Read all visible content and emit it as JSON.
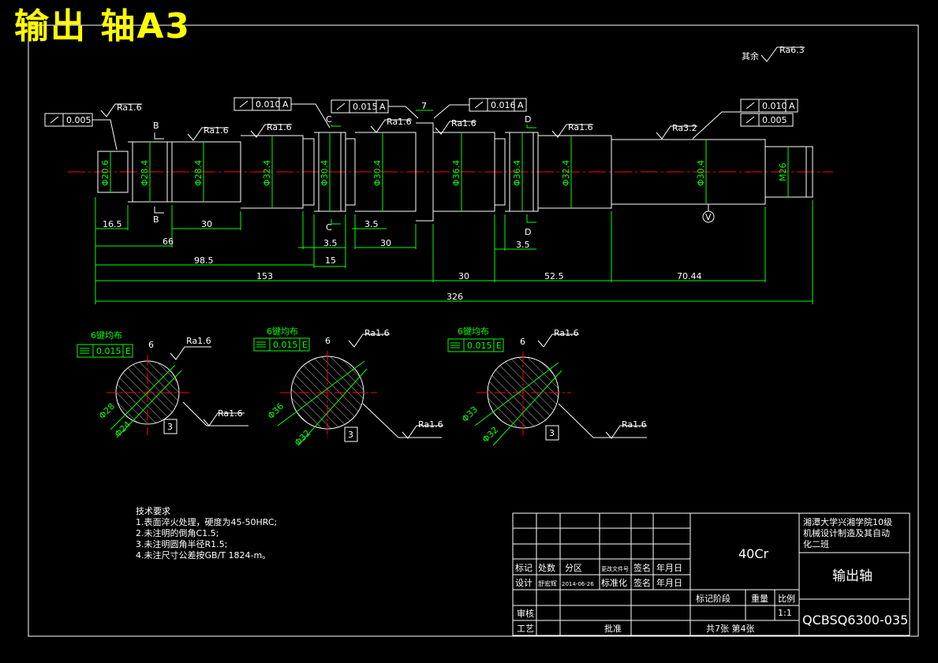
{
  "headline": "输出 轴A3",
  "roughness_general": {
    "label": "其余",
    "value": "Ra6.3"
  },
  "tolerance_frames": [
    {
      "id": "f1",
      "value": "0.005"
    },
    {
      "id": "f2",
      "value": "0.010",
      "datum": "A"
    },
    {
      "id": "f3",
      "value": "0.015",
      "datum": "A"
    },
    {
      "id": "f4",
      "value": "0.016",
      "datum": "A"
    },
    {
      "id": "f5",
      "value": "0.010",
      "datum": "A"
    },
    {
      "id": "f6",
      "value": "0.005"
    }
  ],
  "roughness_main": [
    "Ra1.6",
    "Ra1.6",
    "Ra1.6",
    "Ra1.6",
    "Ra1.6",
    "Ra1.6",
    "Ra3.2"
  ],
  "section_marks": [
    "B",
    "B",
    "C",
    "C",
    "D",
    "D"
  ],
  "feature_7": "7",
  "datum_v": "V",
  "diameters": [
    "Φ20.6",
    "Φ28.4",
    "Φ28.4",
    "Φ32.4",
    "Φ30.4",
    "Φ30.4",
    "Φ36.4",
    "Φ36.4",
    "Φ32.4",
    "Φ30.4",
    "M26"
  ],
  "dimensions": [
    "16.5",
    "30",
    "66",
    "98.5",
    "153",
    "326",
    "3.5",
    "15",
    "3.5",
    "30",
    "30",
    "52.5",
    "70.44",
    "3.5"
  ],
  "spline_sections": [
    {
      "title": "6键均布",
      "frame_value": "0.015",
      "frame_datum": "E",
      "width": "6",
      "ra_top": "Ra1.6",
      "ra_side": "Ra1.6",
      "d1": "Φ28",
      "d2": "Φ24",
      "key": "3"
    },
    {
      "title": "6键均布",
      "frame_value": "0.015",
      "frame_datum": "E",
      "width": "6",
      "ra_top": "Ra1.6",
      "ra_side": "Ra1.6",
      "d1": "Φ36",
      "d2": "Φ32",
      "key": "3"
    },
    {
      "title": "6键均布",
      "frame_value": "0.015",
      "frame_datum": "E",
      "width": "6",
      "ra_top": "Ra1.6",
      "ra_side": "Ra1.6",
      "d1": "Φ33",
      "d2": "Φ32",
      "key": "3"
    }
  ],
  "notes": {
    "title": "技术要求",
    "lines": [
      "1.表面淬火处理，硬度为45-50HRC;",
      "2.未注明的倒角C1.5;",
      "3.未注明圆角半径R1.5;",
      "4.未注尺寸公差按GB/T 1824-m。"
    ]
  },
  "title_block": {
    "header_cells": [
      "标记",
      "处数",
      "分区",
      "更改文件号",
      "签名",
      "年月日"
    ],
    "design_row": [
      "设计",
      "舒宏辉",
      "2014-06-26",
      "标准化",
      "签名",
      "年月日"
    ],
    "review": "审核",
    "process": "工艺",
    "approve": "批准",
    "material": "40Cr",
    "stage_label": "标记阶段",
    "weight_label": "重量",
    "scale_label": "比例",
    "scale_value": "1:1",
    "sheets": "共7张  第4张",
    "school_lines": [
      "湘潭大学兴湘学院10级",
      "机械设计制造及其自动",
      "化二班"
    ],
    "part_name": "输出轴",
    "drawing_no": "QCBSQ6300-035"
  }
}
